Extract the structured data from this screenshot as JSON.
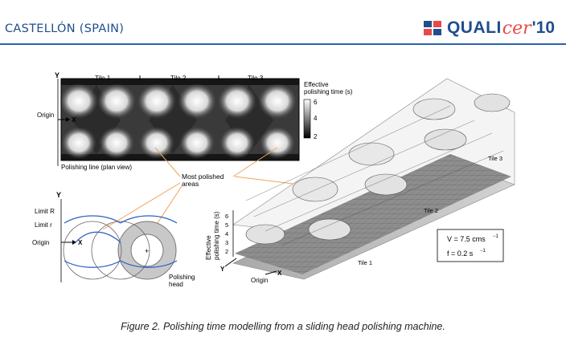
{
  "header": {
    "location": "CASTELLÓN (SPAIN)",
    "logo_part1": "QUALI",
    "logo_part2": "cer",
    "logo_part3": "'10"
  },
  "figure": {
    "plan_view": {
      "axis_y": "Y",
      "axis_x": "X",
      "origin": "Origin",
      "tiles": [
        "Tile 1",
        "Tile 2",
        "Tile 3"
      ],
      "footer": "Polishing line (plan view)",
      "colorbar_title_1": "Effective",
      "colorbar_title_2": "polishing time (s)",
      "colorbar_ticks": [
        "6",
        "4",
        "2"
      ]
    },
    "annotation_1": "Most polished",
    "annotation_2": "areas",
    "head_diagram": {
      "axis_y": "Y",
      "axis_x": "X",
      "origin": "Origin",
      "limit_R": "Limit R",
      "limit_r": "Limit r",
      "head_label_1": "Polishing",
      "head_label_2": "head",
      "center_mark": "+"
    },
    "surface_3d": {
      "zlabel_1": "Effective",
      "zlabel_2": "polishing time (s)",
      "z_ticks": [
        "6",
        "5",
        "4",
        "3",
        "2"
      ],
      "axis_y": "Y",
      "axis_x": "X",
      "origin": "Origin",
      "tiles": [
        "Tile 1",
        "Tile 2",
        "Tile 3"
      ],
      "param_v": "V = 7.5 cms",
      "param_v_exp": "−1",
      "param_f": "f = 0.2 s",
      "param_f_exp": "−1"
    }
  },
  "caption": "Figure 2. Polishing time modelling from a sliding head polishing machine."
}
